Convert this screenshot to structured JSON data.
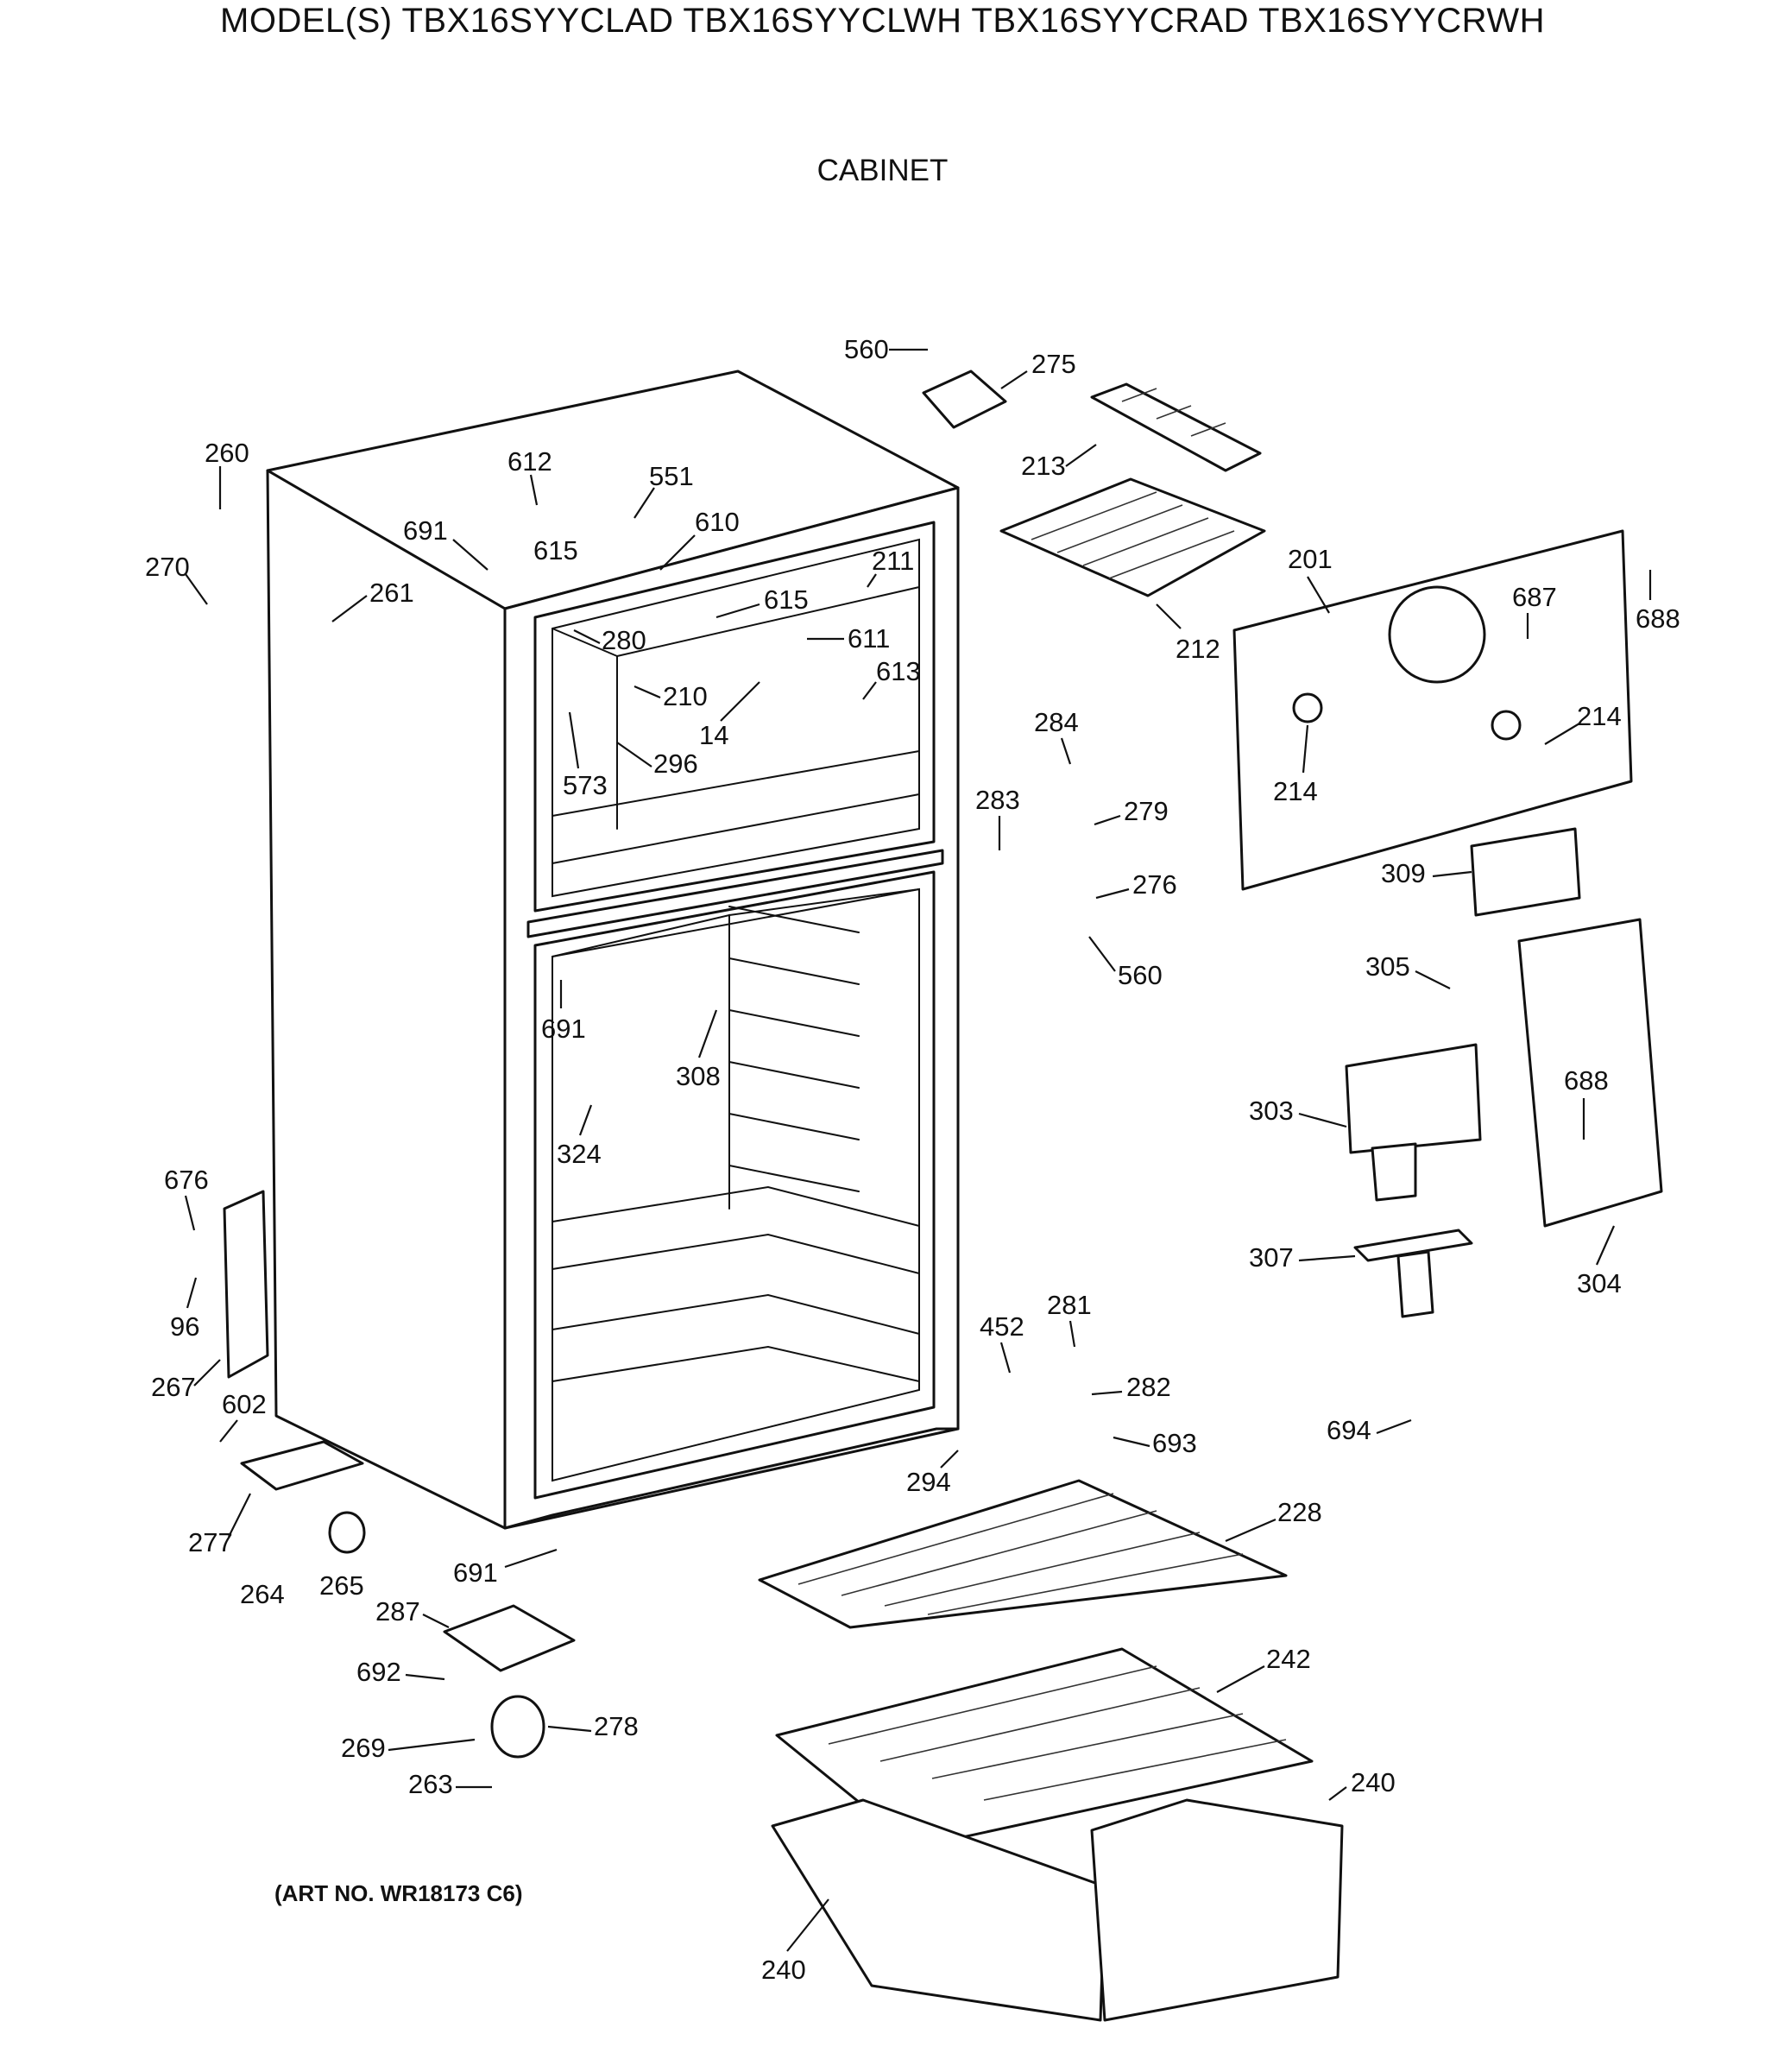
{
  "header": {
    "title": "MODEL(S) TBX16SYYCLAD  TBX16SYYCLWH  TBX16SYYCRAD  TBX16SYYCRWH",
    "section": "CABINET"
  },
  "footer": {
    "art_no": "(ART NO. WR18173 C6)"
  },
  "callouts": [
    {
      "label": "560"
    },
    {
      "label": "275"
    },
    {
      "label": "213"
    },
    {
      "label": "260"
    },
    {
      "label": "612"
    },
    {
      "label": "551"
    },
    {
      "label": "610"
    },
    {
      "label": "691"
    },
    {
      "label": "615"
    },
    {
      "label": "270"
    },
    {
      "label": "261"
    },
    {
      "label": "211"
    },
    {
      "label": "615"
    },
    {
      "label": "611"
    },
    {
      "label": "280"
    },
    {
      "label": "210"
    },
    {
      "label": "613"
    },
    {
      "label": "14"
    },
    {
      "label": "296"
    },
    {
      "label": "573"
    },
    {
      "label": "212"
    },
    {
      "label": "201"
    },
    {
      "label": "687"
    },
    {
      "label": "688"
    },
    {
      "label": "214"
    },
    {
      "label": "214"
    },
    {
      "label": "284"
    },
    {
      "label": "283"
    },
    {
      "label": "279"
    },
    {
      "label": "276"
    },
    {
      "label": "560"
    },
    {
      "label": "309"
    },
    {
      "label": "305"
    },
    {
      "label": "691"
    },
    {
      "label": "308"
    },
    {
      "label": "324"
    },
    {
      "label": "303"
    },
    {
      "label": "688"
    },
    {
      "label": "676"
    },
    {
      "label": "96"
    },
    {
      "label": "267"
    },
    {
      "label": "602"
    },
    {
      "label": "307"
    },
    {
      "label": "304"
    },
    {
      "label": "452"
    },
    {
      "label": "281"
    },
    {
      "label": "282"
    },
    {
      "label": "693"
    },
    {
      "label": "694"
    },
    {
      "label": "294"
    },
    {
      "label": "277"
    },
    {
      "label": "264"
    },
    {
      "label": "265"
    },
    {
      "label": "691"
    },
    {
      "label": "228"
    },
    {
      "label": "287"
    },
    {
      "label": "692"
    },
    {
      "label": "242"
    },
    {
      "label": "269"
    },
    {
      "label": "278"
    },
    {
      "label": "263"
    },
    {
      "label": "240"
    },
    {
      "label": "240"
    }
  ]
}
